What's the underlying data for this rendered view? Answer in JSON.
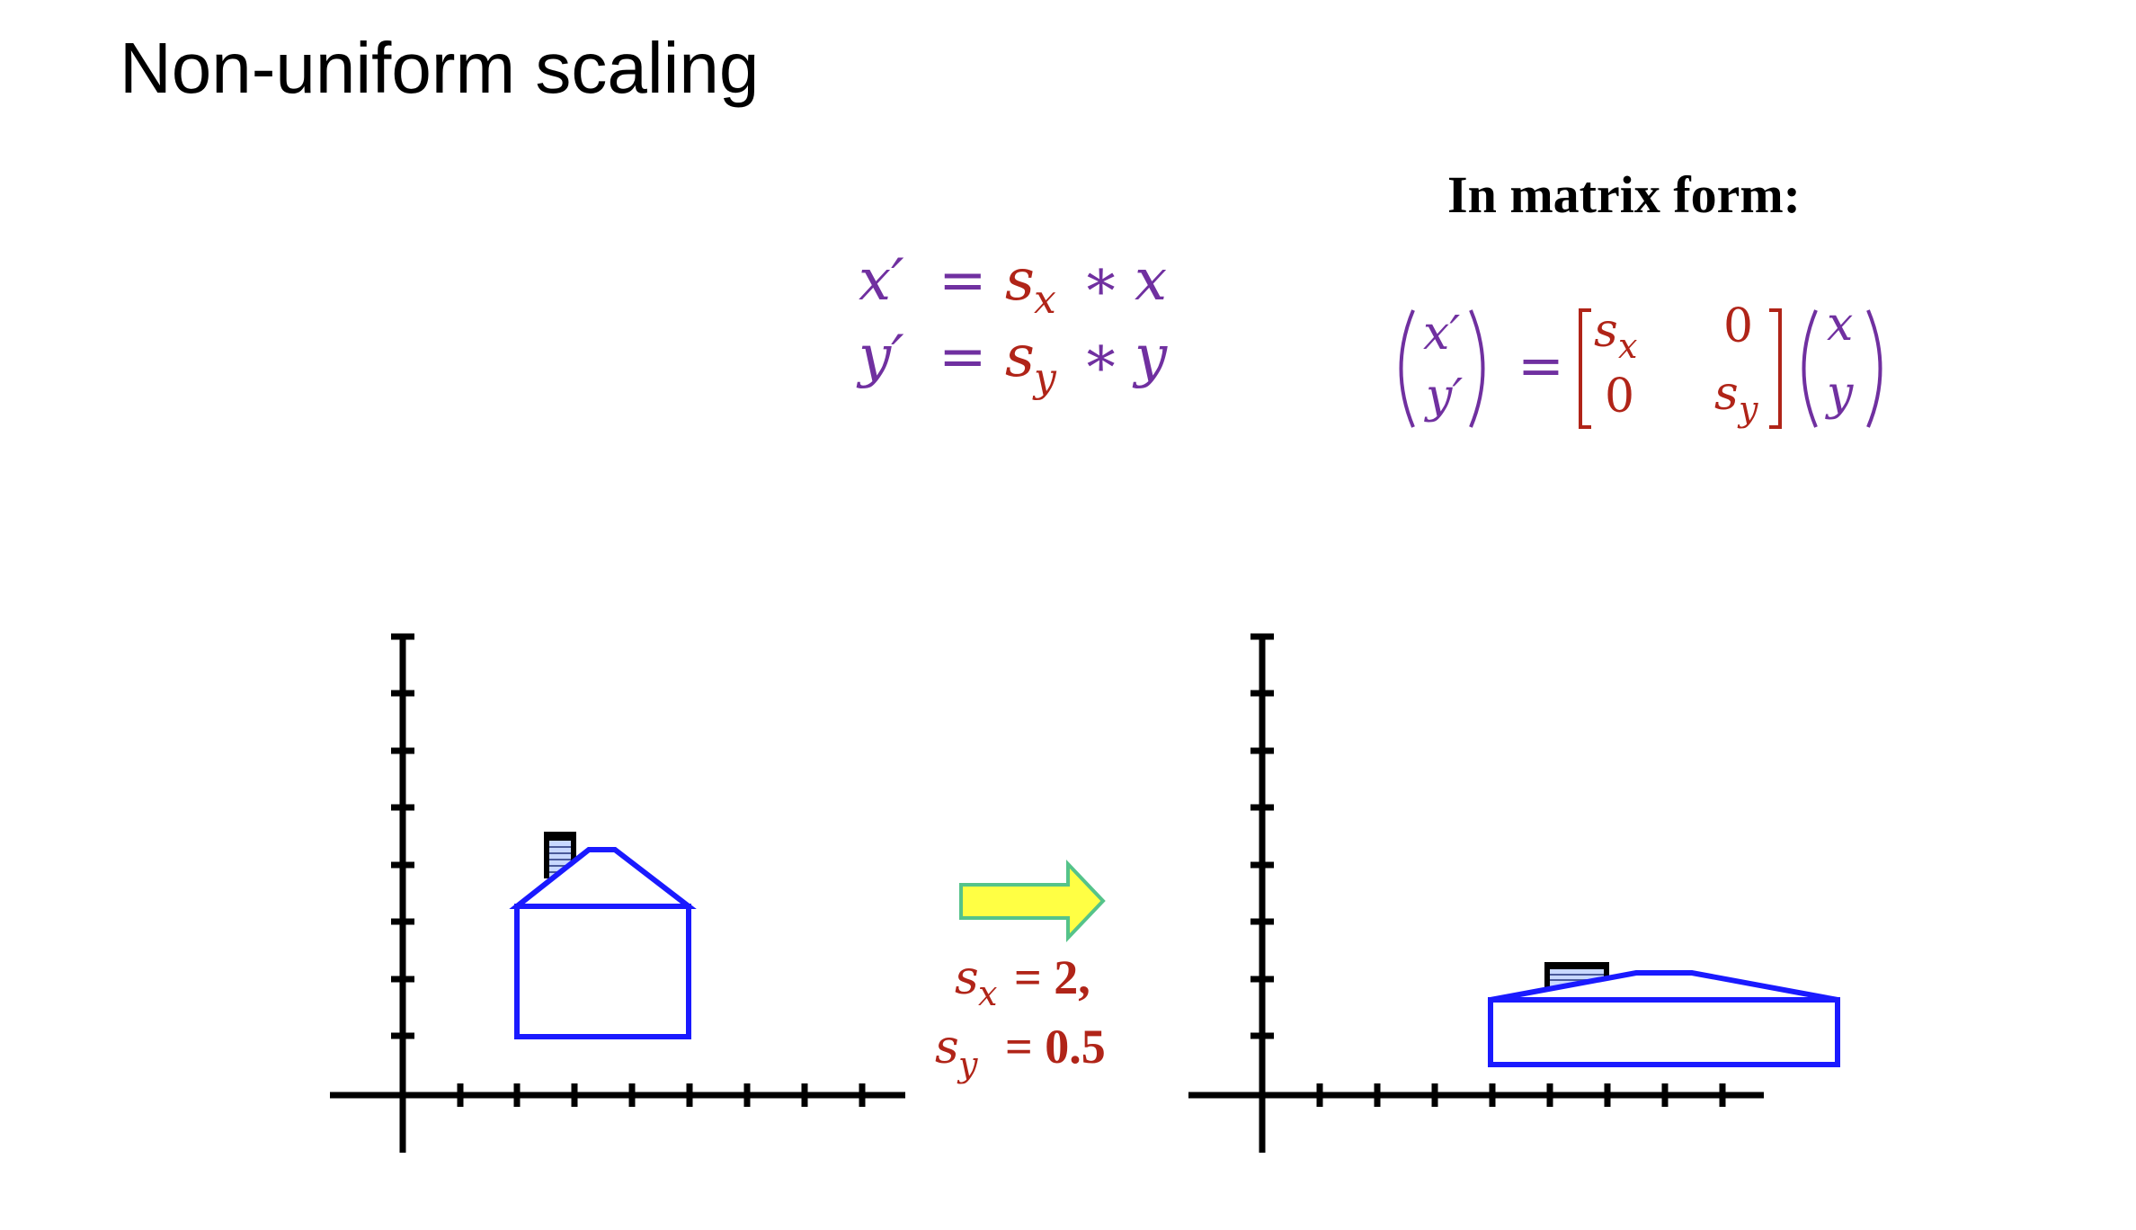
{
  "slide": {
    "title": "Non-uniform scaling",
    "matrix_form_label": "In matrix form:"
  },
  "equations": {
    "line1": {
      "lhs": "x′",
      "eq": "=",
      "s": "s",
      "sub": "x",
      "op": "∗",
      "var": "x"
    },
    "line2": {
      "lhs": "y′",
      "eq": "=",
      "s": "s",
      "sub": "y",
      "op": "∗",
      "var": "y"
    }
  },
  "matrix_equation": {
    "lhs": [
      "x′",
      "y′"
    ],
    "eq": "=",
    "matrix": {
      "r1c1": {
        "s": "s",
        "sub": "x"
      },
      "r1c2": "0",
      "r2c1": "0",
      "r2c2": {
        "s": "s",
        "sub": "y"
      }
    },
    "rhs": [
      "x",
      "y"
    ]
  },
  "scale_params": {
    "sx": {
      "s": "s",
      "sub": "x",
      "value": "= 2,"
    },
    "sy": {
      "s": "s",
      "sub": "y",
      "value": "= 0.5"
    }
  },
  "colors": {
    "purple": "#7030a0",
    "red": "#b02418",
    "blue": "#1a1aff",
    "arrow_fill": "#ffff44",
    "arrow_stroke": "#55c38a"
  }
}
